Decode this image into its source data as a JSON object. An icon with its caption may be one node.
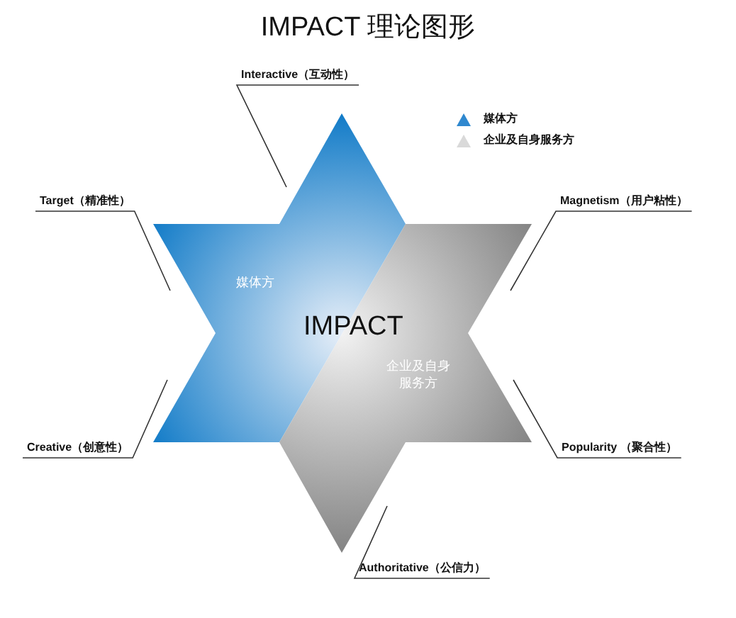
{
  "diagram": {
    "title": "IMPACT 理论图形",
    "nodes": [
      {
        "text": [
          "媒体方"
        ]
      },
      {
        "text": [
          "企业及自身服务方"
        ]
      },
      {
        "text": [
          "Interactive（互动性）"
        ]
      },
      {
        "text": [
          "Target（精准性）"
        ]
      },
      {
        "text": [
          "Magnetism（用户粘性）"
        ]
      },
      {
        "text": [
          "Creative（创意性）"
        ]
      },
      {
        "text": [
          "Popularity （聚合性）"
        ]
      },
      {
        "text": [
          "Authoritative（公信力）"
        ]
      }
    ],
    "edges": [
      {
        "from": 2,
        "to": 0,
        "arrow": "none"
      },
      {
        "from": 3,
        "to": 0,
        "arrow": "none"
      },
      {
        "from": 4,
        "to": 1,
        "arrow": "none"
      },
      {
        "from": 5,
        "to": 0,
        "arrow": "none"
      },
      {
        "from": 6,
        "to": 1,
        "arrow": "none"
      },
      {
        "from": 7,
        "to": 1,
        "arrow": "none"
      }
    ],
    "labels": [
      "IMPACT"
    ],
    "legend": [
      {
        "text": "媒体方"
      },
      {
        "text": "企业及自身服务方"
      }
    ]
  }
}
